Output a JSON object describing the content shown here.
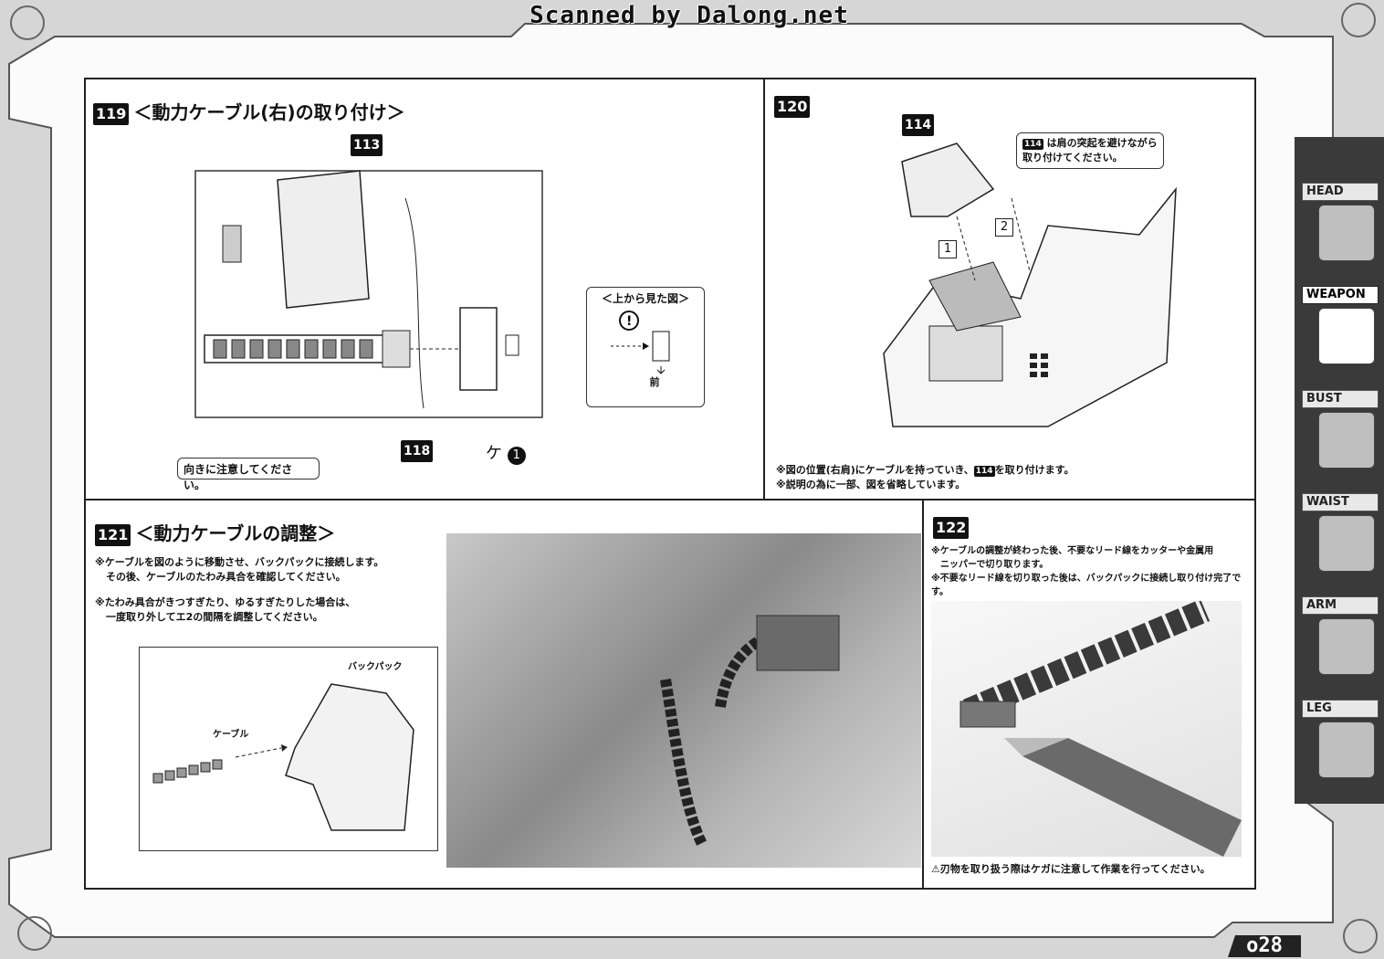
{
  "watermark": "Scanned by Dalong.net",
  "page_number": "o28",
  "steps": {
    "s119": {
      "number": "119",
      "title": "＜動力ケーブル(右)の取り付け＞",
      "part_113": "113",
      "part_118": "118",
      "callout_title": "＜上から見た図＞",
      "callout_front": "前",
      "orientation_note": "向きに注意してください。",
      "tag_label": "ケ",
      "tag_number": "1"
    },
    "s120": {
      "number": "120",
      "part_114": "114",
      "callout_badge": "114",
      "callout_text": "は肩の突起を避けながら取り付けてください。",
      "marker_1": "1",
      "marker_2": "2",
      "note_1a": "※図の位置(右肩)にケーブルを持っていき、",
      "note_1_badge": "114",
      "note_1b": "を取り付けます。",
      "note_2": "※説明の為に一部、図を省略しています。"
    },
    "s121": {
      "number": "121",
      "title": "＜動力ケーブルの調整＞",
      "note_1": "※ケーブルを図のように移動させ、バックパックに接続します。",
      "note_1b": "その後、ケーブルのたわみ具合を確認してください。",
      "note_2": "※たわみ具合がきつすぎたり、ゆるすぎたりした場合は、",
      "note_2b": "一度取り外してエ2の間隔を調整してください。",
      "label_backpack": "バックパック",
      "label_cable": "ケーブル"
    },
    "s122": {
      "number": "122",
      "note_1": "※ケーブルの調整が終わった後、不要なリード線をカッターや金属用",
      "note_1b": "ニッパーで切り取ります。",
      "note_2": "※不要なリード線を切り取った後は、バックパックに接続し取り付け完了です。",
      "warning": "刃物を取り扱う際はケガに注意して作業を行ってください。"
    }
  },
  "tabs": [
    {
      "label": "HEAD",
      "active": false
    },
    {
      "label": "WEAPON",
      "active": true
    },
    {
      "label": "BUST",
      "active": false
    },
    {
      "label": "WAIST",
      "active": false
    },
    {
      "label": "ARM",
      "active": false
    },
    {
      "label": "LEG",
      "active": false
    }
  ]
}
